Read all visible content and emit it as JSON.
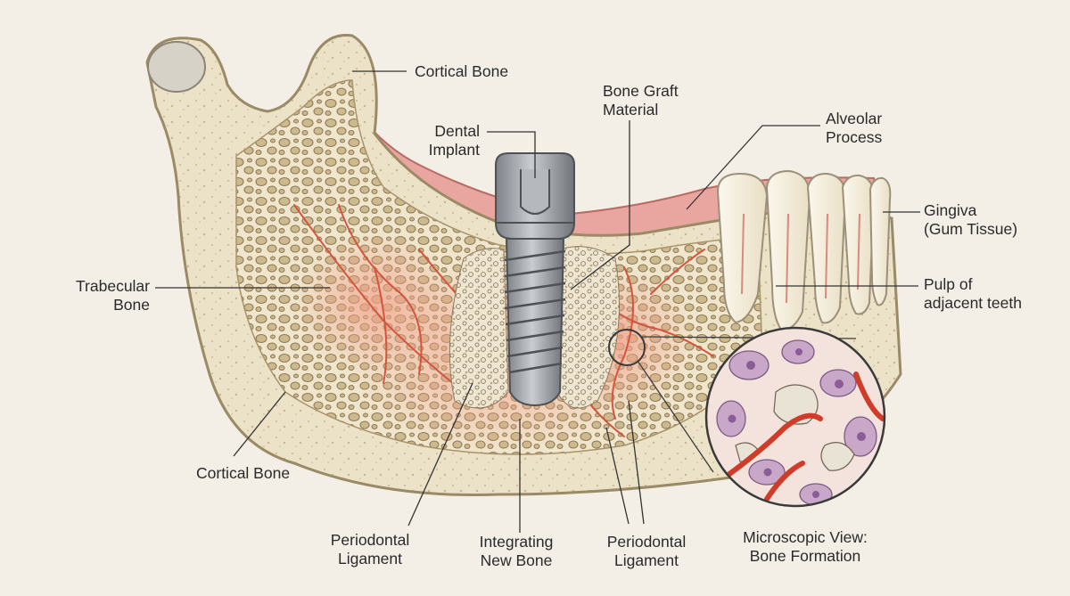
{
  "labels": {
    "cortical_bone_top": [
      "Cortical Bone"
    ],
    "bone_graft": [
      "Bone Graft",
      "Material"
    ],
    "dental_implant": [
      "Dental",
      "Implant"
    ],
    "alveolar_process": [
      "Alveolar",
      "Process"
    ],
    "gingiva": [
      "Gingiva",
      "(Gum Tissue)"
    ],
    "trabecular_bone": [
      "Trabecular",
      "Bone"
    ],
    "pulp": [
      "Pulp of",
      "adjacent teeth"
    ],
    "cortical_bone_bottom": [
      "Cortical Bone"
    ],
    "periodontal_left": [
      "Periodontal",
      "Ligament"
    ],
    "integrating_bone": [
      "Integrating",
      "New Bone"
    ],
    "periodontal_right": [
      "Periodontal",
      "Ligament"
    ],
    "microscopic_view": [
      "Microscopic View:",
      "Bone Formation"
    ]
  },
  "colors": {
    "background": "#f4efe6",
    "bone": "#ece2c8",
    "bone_outline": "#9a8a66",
    "trabecular": "#d9c8a2",
    "gum": "#e9a6a0",
    "implant": "#9a9ea4",
    "vessel": "#d4553e",
    "leader": "#333333"
  }
}
